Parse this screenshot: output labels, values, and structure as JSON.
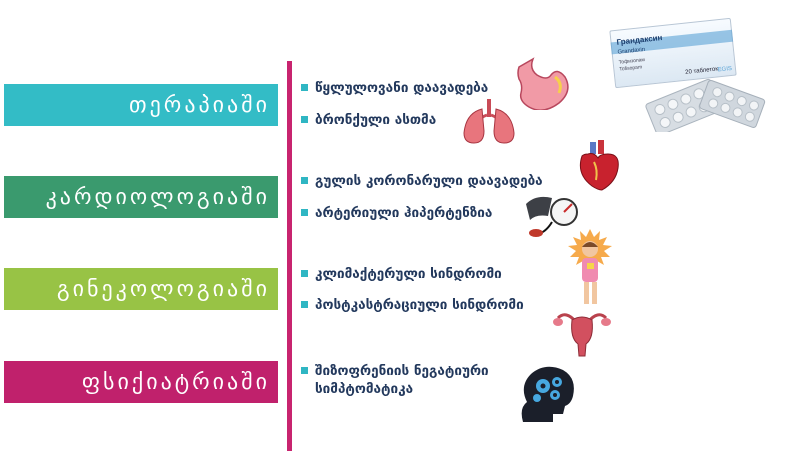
{
  "categories": [
    {
      "id": "therapy",
      "label": "თერაპიაში",
      "color": "#33bcc6"
    },
    {
      "id": "cardio",
      "label": "კარდიოლოგიაში",
      "color": "#3a9a6e"
    },
    {
      "id": "gyneco",
      "label": "გინეკოლოგიაში",
      "color": "#98c345"
    },
    {
      "id": "psych",
      "label": "ფსიქიატრიაში",
      "color": "#c0216c"
    }
  ],
  "items": [
    {
      "text": "წყლულოვანი დაავადება",
      "icon": "stomach-icon"
    },
    {
      "text": "ბრონქული ასთმა",
      "icon": "lungs-icon"
    },
    {
      "text": "გულის კორონარული დაავადება",
      "icon": "heart-icon"
    },
    {
      "text": "არტერიული ჰიპერტენზია",
      "icon": "blood-pressure-monitor-icon"
    },
    {
      "text": "კლიმაქტერული სინდრომი",
      "icon": "hot-flash-woman-icon"
    },
    {
      "text": "პოსტკასტრაციული სინდრომი",
      "icon": "uterus-icon"
    },
    {
      "text": "შიზოფრენიის ნეგატიური სიმპტომატიკა",
      "icon": "brain-gears-icon"
    }
  ],
  "product": {
    "name": "Грандаксин",
    "latin": "Grandaxin",
    "line1": "Тофизопам",
    "line2": "Tofisopam",
    "count": "20 таблеток",
    "brand": "EGIS"
  },
  "colors": {
    "bullet": "#2fb6c3",
    "divider": "#c8246f",
    "text": "#23395d"
  }
}
